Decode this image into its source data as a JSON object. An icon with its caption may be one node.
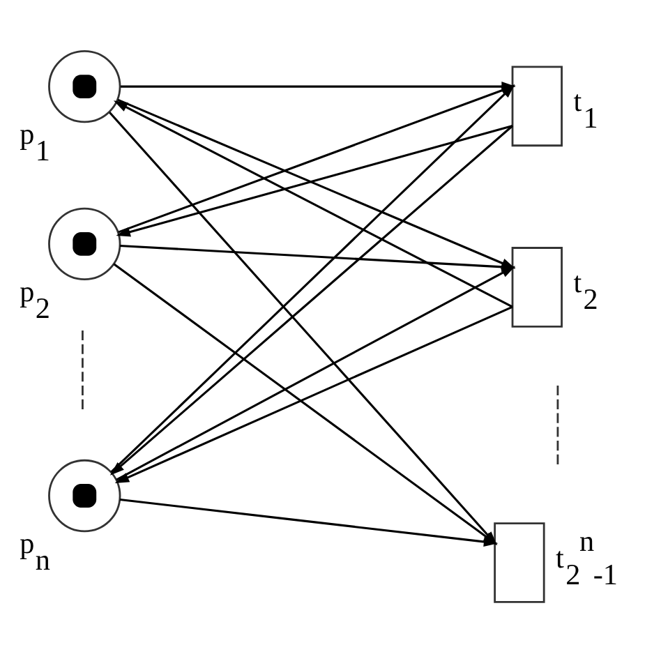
{
  "diagram": {
    "nodes": [
      {
        "text": [],
        "shape": "circle",
        "beside": [
          "p$_{1}$"
        ]
      },
      {
        "text": [],
        "shape": "circle",
        "beside": [
          "p$_{2}$"
        ]
      },
      {
        "text": [],
        "shape": "circle",
        "beside": [
          "p$_{n}$"
        ]
      },
      {
        "text": [],
        "shape": "box",
        "beside": [
          "t$_{1}$"
        ]
      },
      {
        "text": [],
        "shape": "box",
        "beside": [
          "t$_{2}$"
        ]
      },
      {
        "text": [],
        "shape": "box",
        "beside": [
          "t$_{2}$$^{n}$$_{-1}$"
        ]
      }
    ],
    "edges": [
      {
        "from": 0,
        "to": 3,
        "arrow": "to"
      },
      {
        "from": 0,
        "to": 4,
        "arrow": "to"
      },
      {
        "from": 4,
        "to": 0,
        "arrow": "to"
      },
      {
        "from": 1,
        "to": 3,
        "arrow": "to"
      },
      {
        "from": 3,
        "to": 1,
        "arrow": "to"
      },
      {
        "from": 1,
        "to": 4,
        "arrow": "to"
      },
      {
        "from": 0,
        "to": 5,
        "arrow": "to"
      },
      {
        "from": 1,
        "to": 5,
        "arrow": "to"
      },
      {
        "from": 2,
        "to": 3,
        "arrow": "to"
      },
      {
        "from": 3,
        "to": 2,
        "arrow": "to"
      },
      {
        "from": 2,
        "to": 4,
        "arrow": "to"
      },
      {
        "from": 4,
        "to": 2,
        "arrow": "to"
      },
      {
        "from": 2,
        "to": 5,
        "arrow": "to"
      }
    ]
  }
}
